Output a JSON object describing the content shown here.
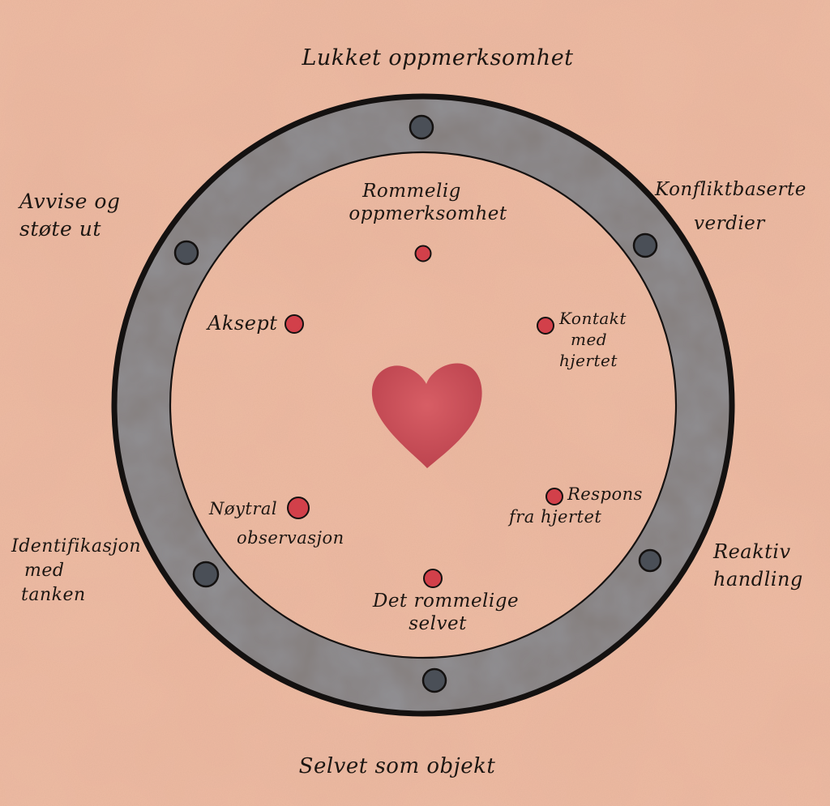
{
  "diagram": {
    "colors": {
      "paper": "#edb8a0",
      "paper_wash": "#e9a586",
      "ring": "#86807f",
      "ring_shadow": "#6c6a70",
      "outline": "#141110",
      "outer_dot": "#4a4f57",
      "inner_dot": "#d2404a",
      "heart": "#cc4550"
    },
    "outer_labels": {
      "top": [
        "Lukket oppmerksomhet"
      ],
      "top_right": [
        "Konfliktbaserte",
        "verdier"
      ],
      "bottom_right": [
        "Reaktiv",
        "handling"
      ],
      "bottom": [
        "Selvet som objekt"
      ],
      "bottom_left": [
        "Identifikasjon",
        "med",
        "tanken"
      ],
      "top_left": [
        "Avvise og",
        "støte ut"
      ]
    },
    "inner_labels": {
      "top": [
        "Rommelig",
        "oppmerksomhet"
      ],
      "upper_right": [
        "Kontakt",
        "med",
        "hjertet"
      ],
      "lower_right": [
        "Respons",
        "fra hjertet"
      ],
      "bottom": [
        "Det rommelige",
        "selvet"
      ],
      "lower_left": [
        "Nøytral",
        "observasjon"
      ],
      "upper_left": [
        "Aksept"
      ]
    },
    "icons": {
      "center": "heart-icon",
      "ring_markers": "dark-dot-icon",
      "inner_markers": "red-dot-icon"
    }
  }
}
